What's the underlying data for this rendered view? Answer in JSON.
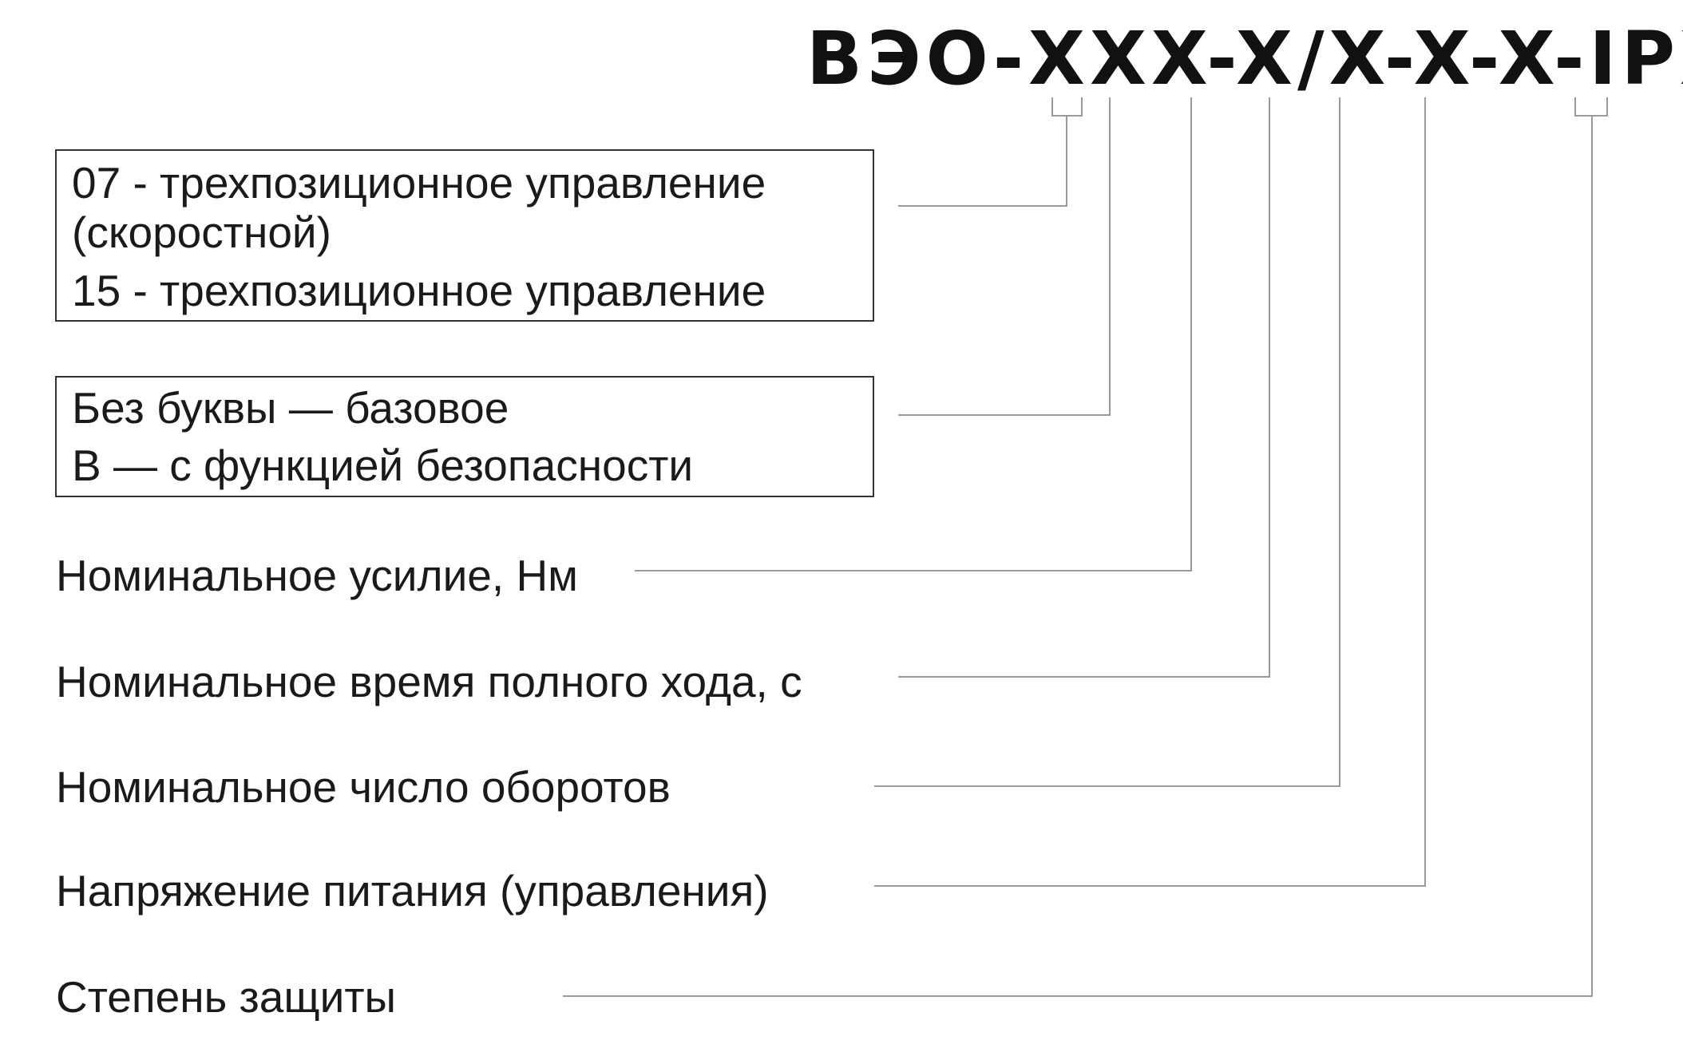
{
  "code": "ВЭО-XXX-X/X-X-X-IPXX",
  "boxes": {
    "control": {
      "lines": [
        "07 - трехпозиционное управление",
        "(скоростной)",
        "15 - трехпозиционное управление"
      ]
    },
    "variant": {
      "lines": [
        "Без буквы — базовое",
        "В — с функцией безопасности"
      ]
    }
  },
  "labels": {
    "torque": "Номинальное усилие, Нм",
    "stroke_time": "Номинальное время полного хода, с",
    "revolutions": "Номинальное число оборотов",
    "voltage": "Напряжение питания (управления)",
    "protection": "Степень защиты"
  }
}
